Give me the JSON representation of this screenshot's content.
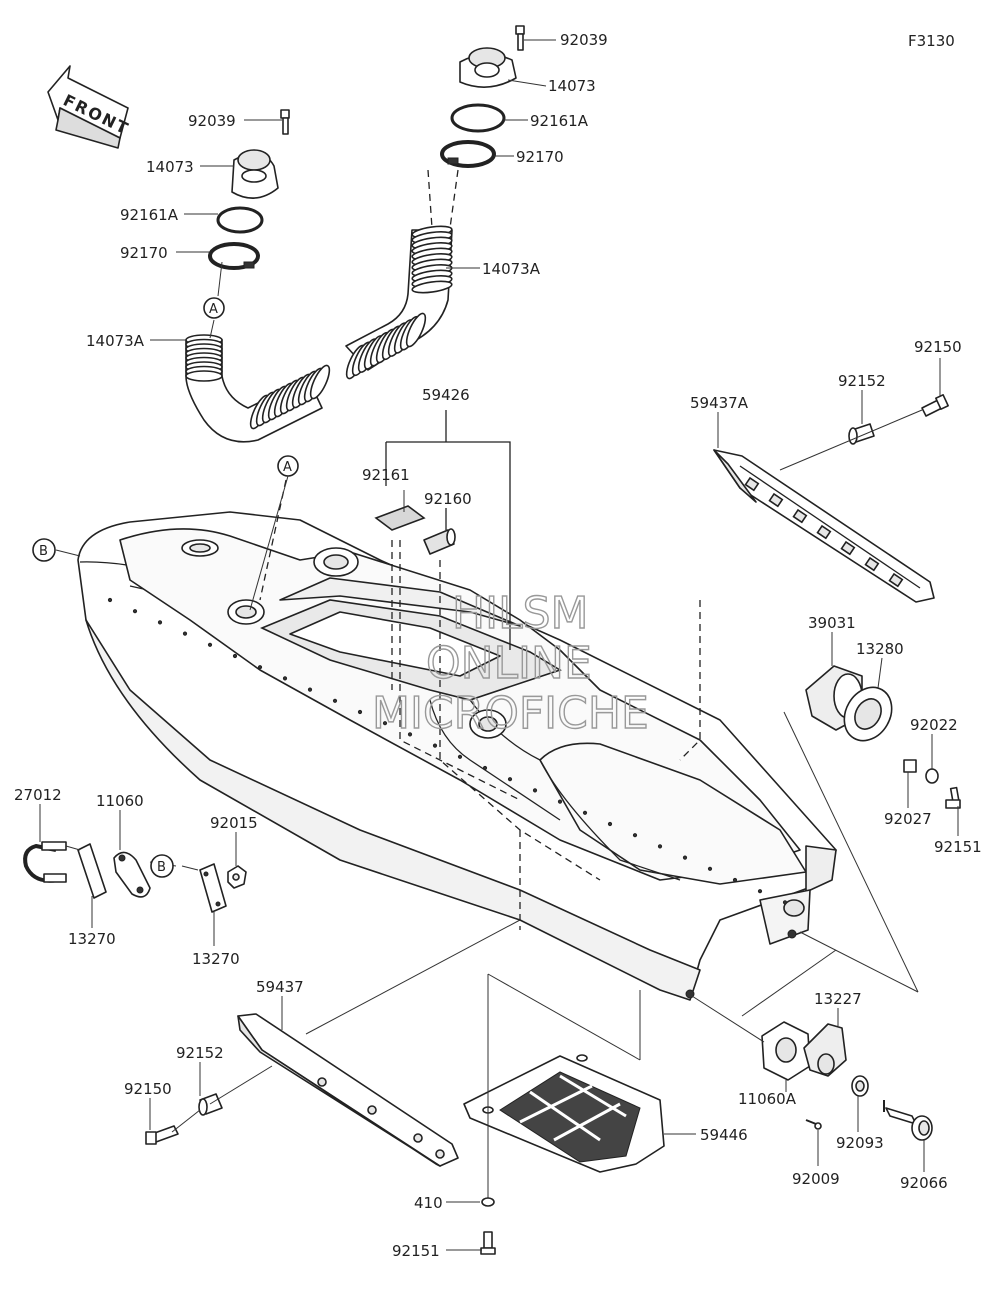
{
  "diagram": {
    "figure_code": "F3130",
    "front_label": "FRONT",
    "watermark": [
      "HILSM",
      "ONLINE",
      "MICROFICHE"
    ],
    "callouts": [
      {
        "id": "c-92039-top",
        "text": "92039"
      },
      {
        "id": "c-14073-top",
        "text": "14073"
      },
      {
        "id": "c-92161A-top",
        "text": "92161A"
      },
      {
        "id": "c-92170-top",
        "text": "92170"
      },
      {
        "id": "c-14073A-top",
        "text": "14073A"
      },
      {
        "id": "c-92039-left",
        "text": "92039"
      },
      {
        "id": "c-14073-left",
        "text": "14073"
      },
      {
        "id": "c-92161A-left",
        "text": "92161A"
      },
      {
        "id": "c-92170-left",
        "text": "92170"
      },
      {
        "id": "c-14073A-left",
        "text": "14073A"
      },
      {
        "id": "c-59426",
        "text": "59426"
      },
      {
        "id": "c-92161",
        "text": "92161"
      },
      {
        "id": "c-92160",
        "text": "92160"
      },
      {
        "id": "c-92150-right",
        "text": "92150"
      },
      {
        "id": "c-92152-right",
        "text": "92152"
      },
      {
        "id": "c-59437A",
        "text": "59437A"
      },
      {
        "id": "c-39031",
        "text": "39031"
      },
      {
        "id": "c-13280",
        "text": "13280"
      },
      {
        "id": "c-92022",
        "text": "92022"
      },
      {
        "id": "c-92027",
        "text": "92027"
      },
      {
        "id": "c-92151-right",
        "text": "92151"
      },
      {
        "id": "c-27012",
        "text": "27012"
      },
      {
        "id": "c-11060",
        "text": "11060"
      },
      {
        "id": "c-92015",
        "text": "92015"
      },
      {
        "id": "c-13270-a",
        "text": "13270"
      },
      {
        "id": "c-13270-b",
        "text": "13270"
      },
      {
        "id": "c-59437",
        "text": "59437"
      },
      {
        "id": "c-92152-left",
        "text": "92152"
      },
      {
        "id": "c-92150-left",
        "text": "92150"
      },
      {
        "id": "c-13227",
        "text": "13227"
      },
      {
        "id": "c-11060A",
        "text": "11060A"
      },
      {
        "id": "c-59446",
        "text": "59446"
      },
      {
        "id": "c-92093",
        "text": "92093"
      },
      {
        "id": "c-92009",
        "text": "92009"
      },
      {
        "id": "c-92066",
        "text": "92066"
      },
      {
        "id": "c-410",
        "text": "410"
      },
      {
        "id": "c-92151-bottom",
        "text": "92151"
      }
    ],
    "ref_markers": {
      "a_upper": "A",
      "a_hull": "A",
      "b_hull": "B",
      "b_bracket": "B"
    }
  }
}
